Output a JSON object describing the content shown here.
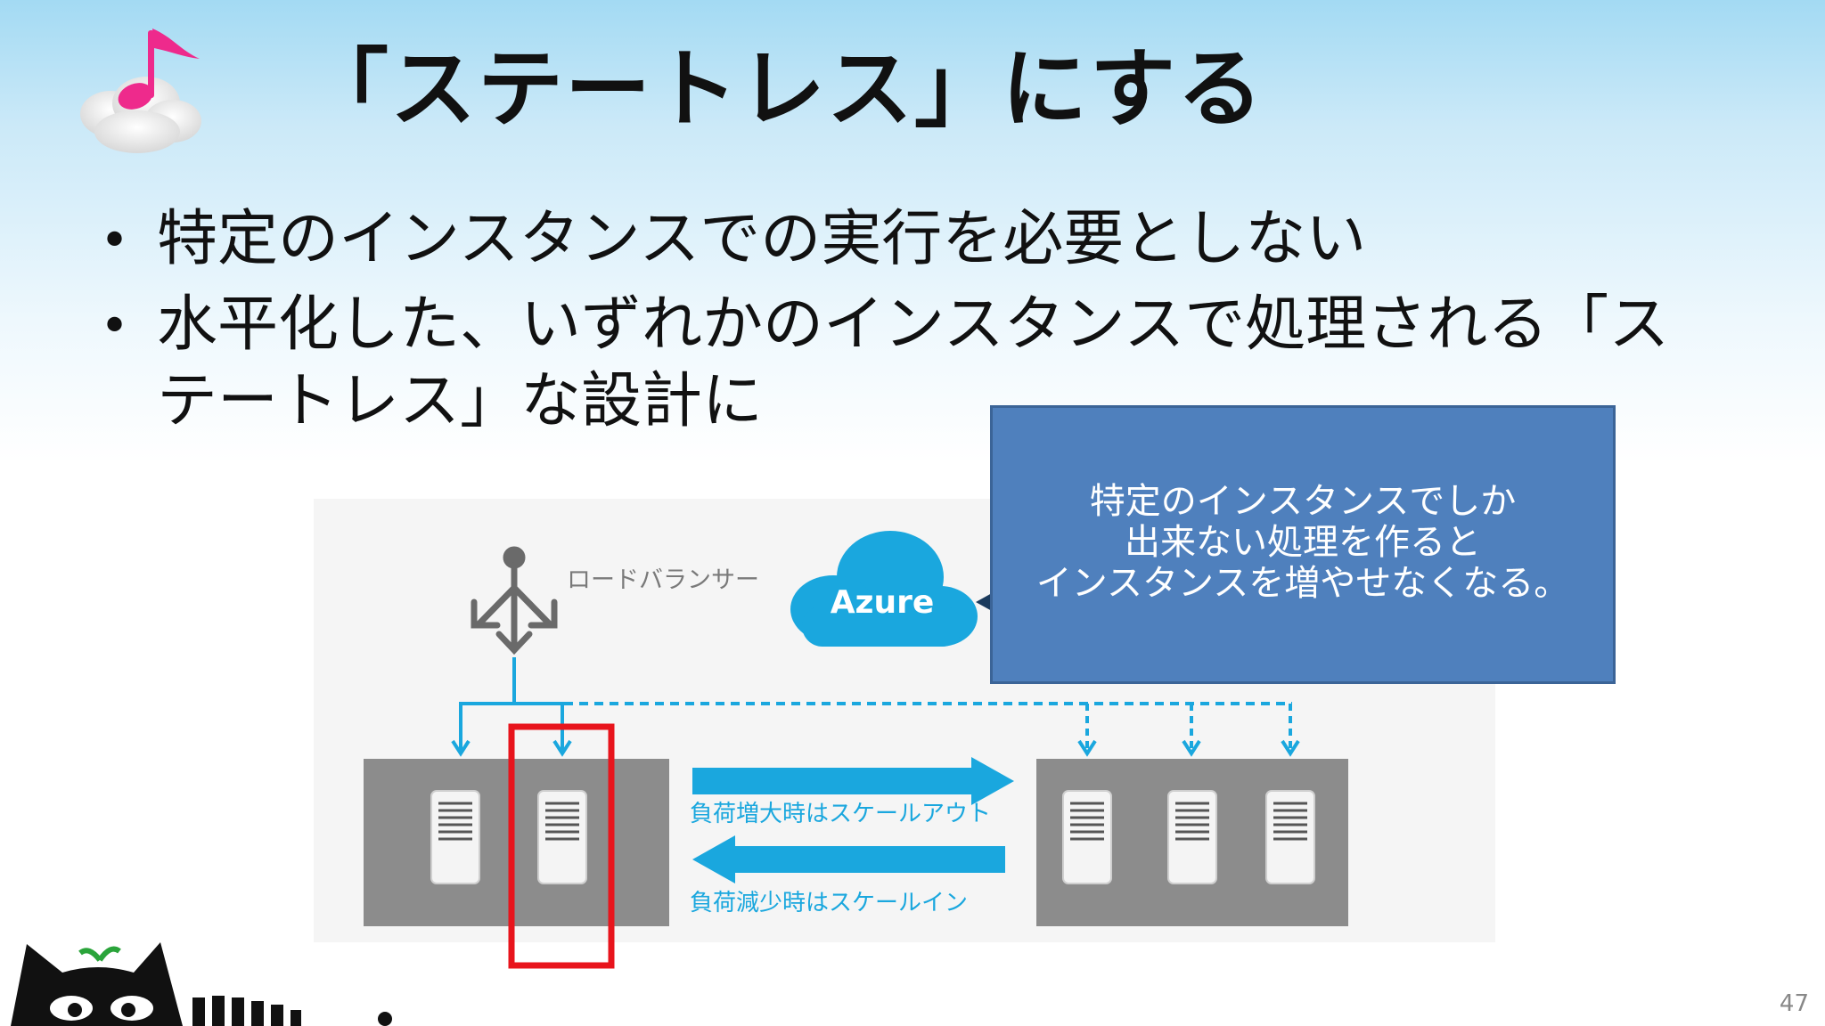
{
  "slide": {
    "title": "「ステートレス」にする",
    "bullets": [
      "特定のインスタンスでの実行を必要としない",
      "水平化した、いずれかのインスタンスで処理される「ス",
      "テートレス」な設計に"
    ],
    "bullet_symbol": "•",
    "page_number": "47"
  },
  "diagram": {
    "load_balancer_label": "ロードバランサー",
    "cloud_label": "Azure",
    "scale_out_label": "負荷増大時はスケールアウト",
    "scale_in_label": "負荷減少時はスケールイン"
  },
  "callout": {
    "lines": [
      "特定のインスタンスでしか",
      "出来ない処理を作ると",
      "インスタンスを増やせなくなる。"
    ]
  },
  "colors": {
    "accent_blue": "#1aa7de",
    "callout_fill": "#4f80bd",
    "highlight_red": "#e8141c",
    "server_panel": "#8c8c8c"
  },
  "icons": [
    "music-note-cloud-icon",
    "load-balancer-icon",
    "server-icon",
    "cat-mascot-icon"
  ]
}
